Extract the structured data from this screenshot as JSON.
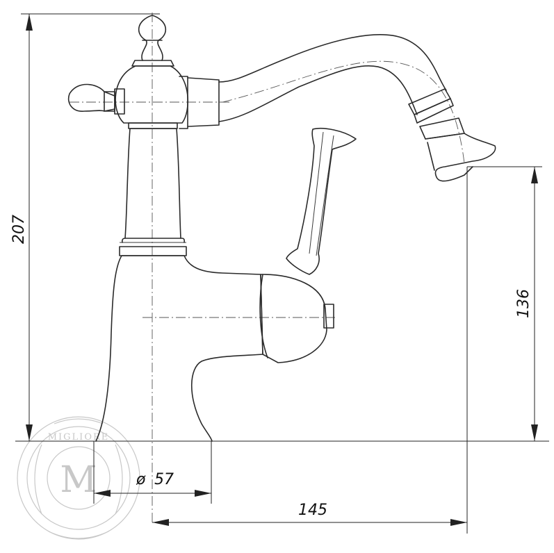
{
  "dimensions": {
    "total_height": "207",
    "outlet_height": "136",
    "base_diameter_symbol": "ø",
    "base_diameter": "57",
    "spout_reach": "145"
  },
  "watermark": {
    "brand": "MIGLIORE",
    "monogram": "M"
  }
}
